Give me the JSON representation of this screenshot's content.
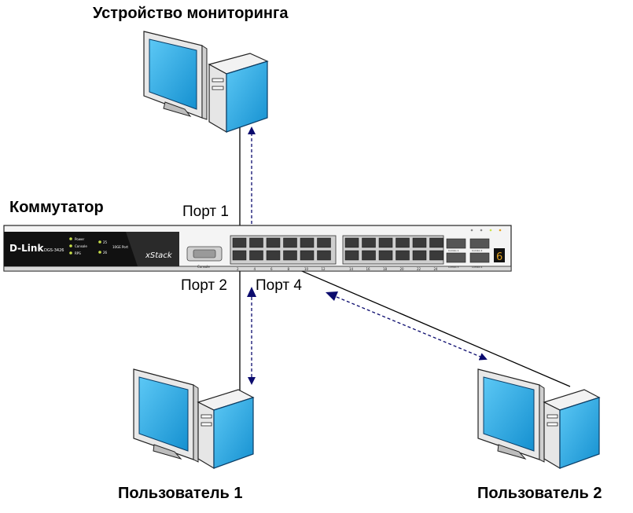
{
  "monitoring_device": {
    "label": "Устройство мониторинга"
  },
  "switch": {
    "label": "Коммутатор",
    "brand": "D-Link",
    "model": "DGS-3426",
    "series": "xStack",
    "console_label": "Console",
    "leds": [
      "Power",
      "Console",
      "RPS"
    ],
    "uplink_leds": [
      "25",
      "26"
    ],
    "uplink_label": "10GE Port",
    "combo_labels": [
      "Combo 1",
      "Combo 2",
      "Combo 3",
      "Combo 4"
    ],
    "port_numbers": [
      "2",
      "4",
      "6",
      "8",
      "10",
      "12",
      "14",
      "16",
      "18",
      "20",
      "22",
      "24"
    ],
    "display_digit": "6"
  },
  "ports": {
    "port1": "Порт 1",
    "port2": "Порт 2",
    "port4": "Порт 4"
  },
  "users": {
    "user1": "Пользователь 1",
    "user2": "Пользователь 2"
  },
  "colors": {
    "monitor_blue": "#1aa3e0",
    "monitor_dark": "#0a3d66",
    "arrow_navy": "#0b0b6e",
    "switch_black": "#111111",
    "switch_gray": "#d9d9d9"
  }
}
